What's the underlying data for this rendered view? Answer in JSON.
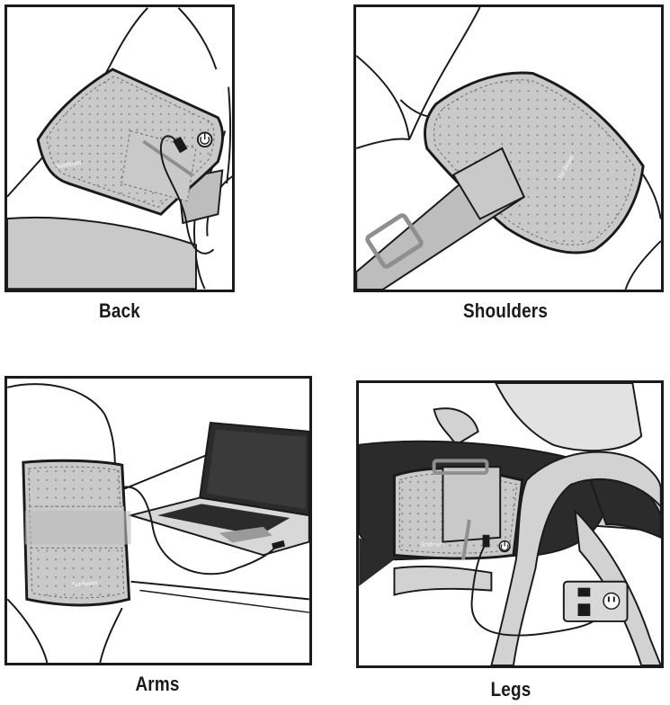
{
  "panels": [
    {
      "caption": "Back",
      "logo": "Sunbeam"
    },
    {
      "caption": "Shoulders",
      "logo": "Sunbeam"
    },
    {
      "caption": "Arms",
      "logo": "Sunbeam"
    },
    {
      "caption": "Legs",
      "logo": "Sunbeam"
    }
  ],
  "icons": [
    "power-button-icon",
    "power-cord",
    "wall-outlet-icon",
    "laptop"
  ],
  "colors": {
    "pad": "#c9c9c9",
    "pad_dots": "#8a8a8a",
    "strap": "#bdbdbd",
    "stripe": "#8f8f8f",
    "chair": "#d2d2d2",
    "pants": "#2b2b2b",
    "outline": "#1a1a1a"
  }
}
